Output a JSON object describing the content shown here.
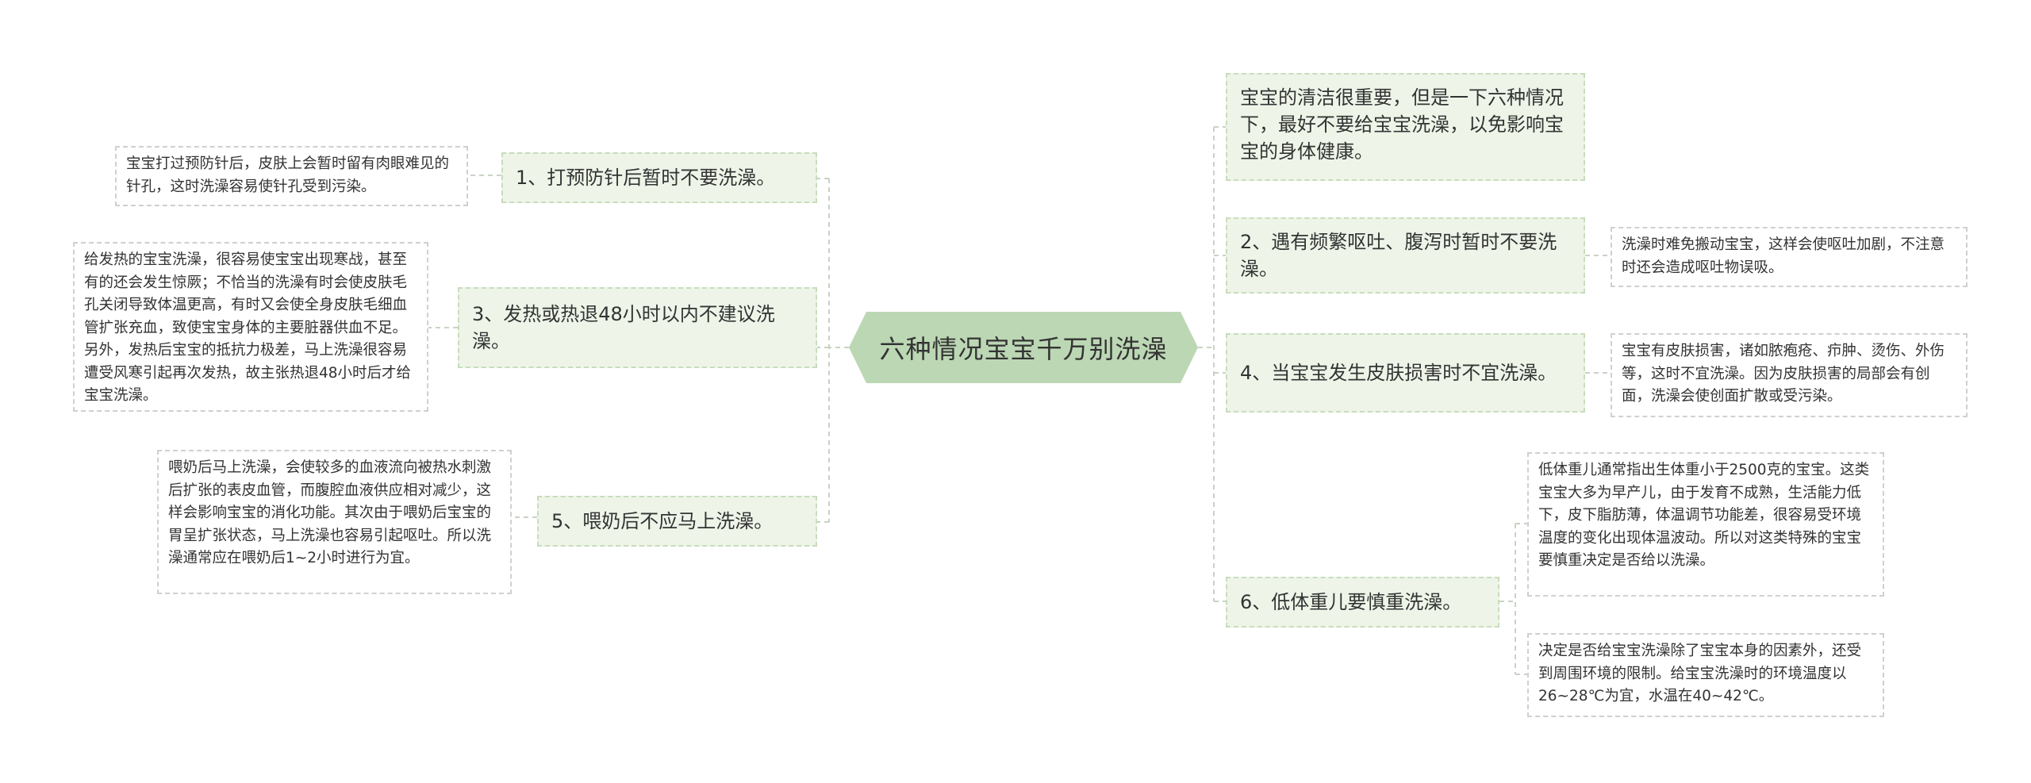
{
  "center": {
    "title": "六种情况宝宝千万别洗澡"
  },
  "left_topics": [
    {
      "label": "1、打预防针后暂时不要洗澡。",
      "note": "宝宝打过预防针后，皮肤上会暂时留有肉眼难见的针孔，这时洗澡容易使针孔受到污染。"
    },
    {
      "label": "3、发热或热退48小时以内不建议洗澡。",
      "note": "给发热的宝宝洗澡，很容易使宝宝出现寒战，甚至有的还会发生惊厥；不恰当的洗澡有时会使皮肤毛孔关闭导致体温更高，有时又会使全身皮肤毛细血管扩张充血，致使宝宝身体的主要脏器供血不足。另外，发热后宝宝的抵抗力极差，马上洗澡很容易遭受风寒引起再次发热，故主张热退48小时后才给宝宝洗澡。"
    },
    {
      "label": "5、喂奶后不应马上洗澡。",
      "note": "喂奶后马上洗澡，会使较多的血液流向被热水刺激后扩张的表皮血管，而腹腔血液供应相对减少，这样会影响宝宝的消化功能。其次由于喂奶后宝宝的胃呈扩张状态，马上洗澡也容易引起呕吐。所以洗澡通常应在喂奶后1~2小时进行为宜。"
    }
  ],
  "right_topics": [
    {
      "label": "宝宝的清洁很重要，但是一下六种情况下，最好不要给宝宝洗澡，以免影响宝宝的身体健康。"
    },
    {
      "label": "2、遇有频繁呕吐、腹泻时暂时不要洗澡。",
      "note": "洗澡时难免搬动宝宝，这样会使呕吐加剧，不注意时还会造成呕吐物误吸。"
    },
    {
      "label": "4、当宝宝发生皮肤损害时不宜洗澡。",
      "note": "宝宝有皮肤损害，诸如脓疱疮、疖肿、烫伤、外伤等，这时不宜洗澡。因为皮肤损害的局部会有创面，洗澡会使创面扩散或受污染。"
    },
    {
      "label": "6、低体重儿要慎重洗澡。",
      "notes": [
        "低体重儿通常指出生体重小于2500克的宝宝。这类宝宝大多为早产儿，由于发育不成熟，生活能力低下，皮下脂肪薄，体温调节功能差，很容易受环境温度的变化出现体温波动。所以对这类特殊的宝宝要慎重决定是否给以洗澡。",
        "决定是否给宝宝洗澡除了宝宝本身的因素外，还受到周围环境的限制。给宝宝洗澡时的环境温度以26~28℃为宜，水温在40~42℃。"
      ]
    }
  ],
  "colors": {
    "center_fill": "#bcd7b4",
    "topic_fill": "#eef5e8",
    "topic_border": "#c8dcbc",
    "leaf_border": "#d0d0d0",
    "connector": "#c8d3c4"
  }
}
